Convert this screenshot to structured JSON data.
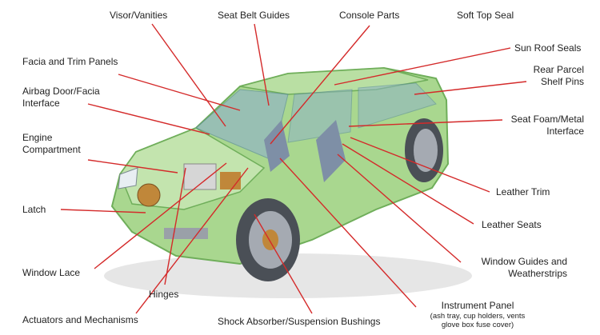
{
  "labels": {
    "visor": "Visor/Vanities",
    "seat_belt": "Seat Belt Guides",
    "console": "Console Parts",
    "soft_top": "Soft Top Seal",
    "sun_roof": "Sun Roof Seals",
    "rear_parcel_1": "Rear Parcel",
    "rear_parcel_2": "Shelf Pins",
    "facia": "Facia and Trim Panels",
    "airbag_1": "Airbag Door/Facia",
    "airbag_2": "Interface",
    "engine_1": "Engine",
    "engine_2": "Compartment",
    "seat_foam_1": "Seat Foam/Metal",
    "seat_foam_2": "Interface",
    "latch": "Latch",
    "leather_trim": "Leather Trim",
    "leather_seats": "Leather Seats",
    "window_guides_1": "Window Guides and",
    "window_guides_2": "Weatherstrips",
    "window_lace": "Window Lace",
    "hinges": "Hinges",
    "instrument_1": "Instrument Panel",
    "instrument_2": "(ash tray, cup holders, vents",
    "instrument_3": "glove box fuse cover)",
    "actuators": "Actuators and Mechanisms",
    "shock": "Shock Absorber/Suspension Bushings"
  },
  "colors": {
    "leader": "#d42a2a",
    "body": "#a9d78f",
    "body_dark": "#6fae5a",
    "glass": "#8fb3c7",
    "tire": "#4a4f56"
  }
}
